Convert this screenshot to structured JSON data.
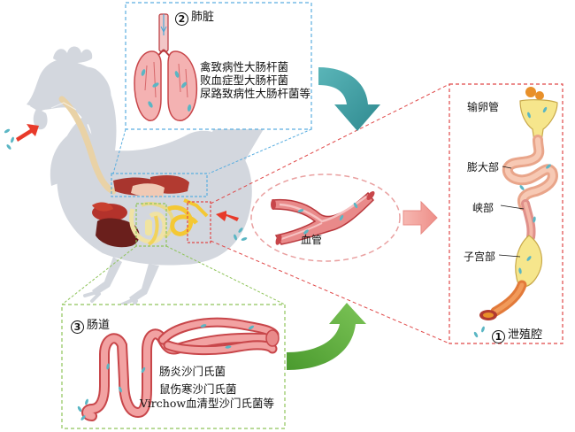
{
  "lung_panel": {
    "number": "2",
    "title": "肺脏",
    "pathogens": [
      "禽致病性大肠杆菌",
      "败血症型大肠杆菌",
      "尿路致病性大肠杆菌等"
    ]
  },
  "intestine_panel": {
    "number": "3",
    "title": "肠道",
    "pathogens": [
      "肠炎沙门氏菌",
      "鼠伤寒沙门氏菌",
      "Virchow血清型沙门氏菌等"
    ]
  },
  "blood_vessel": {
    "label": "血管"
  },
  "oviduct_panel": {
    "number": "1",
    "labels": {
      "infundibulum": "输卵管",
      "magnum": "膨大部",
      "isthmus": "峡部",
      "uterus": "子宫部",
      "cloaca": "泄殖腔"
    }
  },
  "colors": {
    "chicken": "#d3d7de",
    "lung_box": "#5aaee0",
    "oviduct_box": "#e04848",
    "intestine_box": "#8fc45a",
    "teal_arrow": "#3f9aa0",
    "green_arrow": "#5ea83c",
    "red_arrow": "#e83a2a",
    "pink_arrow": "#f4a6a0",
    "vessel": "#e98a8a"
  }
}
